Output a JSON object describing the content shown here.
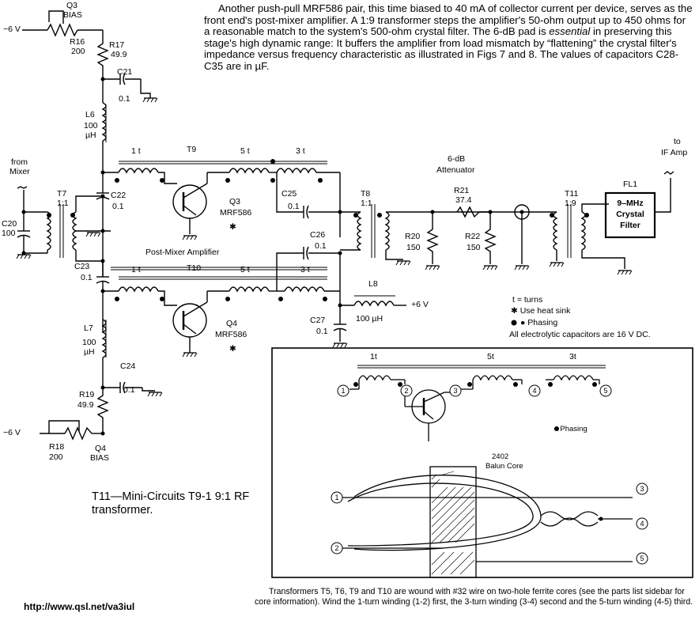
{
  "intro": {
    "part1": "Another push-pull MRF586 pair, this time biased to 40 mA of collector current per device, serves as the front end's post-mixer amplifier. A 1:9 transformer steps the amplifier's 50-ohm output up to 450 ohms for a reasonable match to the system's 500-ohm crystal filter. The 6-dB pad is ",
    "emphasis": "essential",
    "part2": " in preserving this stage's high dynamic range: It buffers the amplifier from load mismatch by “flattening” the crystal filter's impedance versus frequency characteristic as illustrated in Figs 7 and 8. The values of capacitors C28-C35 are in µF."
  },
  "labels": {
    "minus6v_top": "−6 V",
    "q3_bias_a": "Q3",
    "q3_bias_b": "BIAS",
    "r16": "R16",
    "r16_val": "200",
    "r17": "R17",
    "r17_val": "49.9",
    "c21": "C21",
    "c21_val": "0.1",
    "l6": "L6",
    "l6_val_a": "100",
    "l6_val_b": "µH",
    "from_a": "from",
    "from_b": "Mixer",
    "t7": "T7",
    "t7_ratio": "1:1",
    "c20": "C20",
    "c20_val": "100",
    "c22": "C22",
    "c22_val": "0.1",
    "t9": "T9",
    "t9_1t": "1 t",
    "t9_5t": "5 t",
    "t9_3t": "3 t",
    "q3": "Q3",
    "q3_part": "MRF586",
    "asterisk": "✱",
    "c25": "C25",
    "c25_val": "0.1",
    "c26": "C26",
    "c26_val": "0.1",
    "pma": "Post-Mixer Amplifier",
    "c23": "C23",
    "c23_val": "0.1",
    "t10": "T10",
    "t10_1t": "1 t",
    "t10_5t": "5 t",
    "t10_3t": "3 t",
    "q4": "Q4",
    "q4_part": "MRF586",
    "l7": "L7",
    "l7_val_a": "100",
    "l7_val_b": "µH",
    "c24": "C24",
    "c24_val": "0.1",
    "r19": "R19",
    "r19_val": "49.9",
    "minus6v_bot": "−6 V",
    "r18": "R18",
    "r18_val": "200",
    "q4_bias_a": "Q4",
    "q4_bias_b": "BIAS",
    "t8": "T8",
    "t8_ratio": "1:1",
    "l8": "L8",
    "l8_val": "100 µH",
    "plus6v": "+6 V",
    "c27": "C27",
    "c27_val": "0.1",
    "atten_a": "6-dB",
    "atten_b": "Attenuator",
    "r21": "R21",
    "r21_val": "37.4",
    "r20": "R20",
    "r20_val": "150",
    "r22": "R22",
    "r22_val": "150",
    "t11": "T11",
    "t11_ratio": "1:9",
    "fl1": "FL1",
    "filter_a": "9–MHz",
    "filter_b": "Crystal",
    "filter_c": "Filter",
    "to_a": "to",
    "to_b": "IF Amp",
    "legend_turns": "t = turns",
    "legend_heat": "✱ Use heat sink",
    "legend_phasing": "● Phasing",
    "legend_electrolytic": "All electrolytic capacitors are 16 V DC."
  },
  "inset": {
    "w_1t": "1t",
    "w_5t": "5t",
    "w_3t": "3t",
    "n1": "1",
    "n2": "2",
    "n3": "3",
    "n4": "4",
    "n5": "5",
    "phasing": "● Phasing",
    "core_a": "2402",
    "core_b": "Balun Core",
    "c1": "1",
    "c2": "2",
    "c3": "3",
    "c4": "4",
    "c5": "5"
  },
  "caption_t11": "T11—Mini-Circuits T9-1 9:1 RF transformer.",
  "footer_note": "Transformers T5, T6, T9 and T10 are wound with #32 wire on two-hole ferrite cores (see the parts list sidebar for core information). Wind the 1-turn winding (1-2) first, the 3-turn winding (3-4) second and the 5-turn winding (4-5) third.",
  "url": "http://www.qsl.net/va3iul"
}
